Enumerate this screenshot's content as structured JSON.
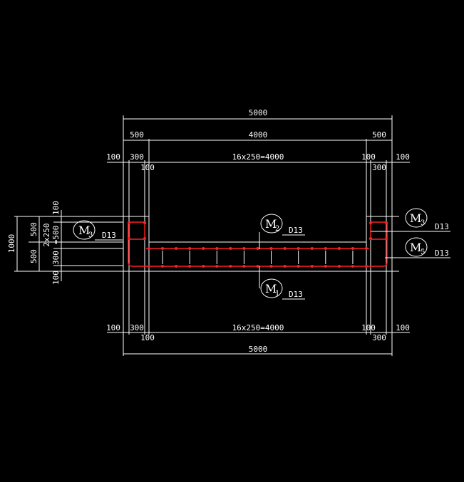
{
  "colors": {
    "background": "#000000",
    "lines": "#ffffff",
    "rebar": "#ff2020"
  },
  "dimensions": {
    "top_total": "5000",
    "top_left_500": "500",
    "top_inner": "4000",
    "top_right_500": "500",
    "top_left_100": "100",
    "top_left_300": "300",
    "top_left_100b": "100",
    "top_spacing": "16x250=4000",
    "top_right_100": "100",
    "top_right_300": "300",
    "top_right_100b": "100",
    "bot_left_100": "100",
    "bot_left_300": "300",
    "bot_left_100b": "100",
    "bot_spacing": "16x250=4000",
    "bot_right_100": "100",
    "bot_right_300": "300",
    "bot_right_100b": "100",
    "bot_total": "5000",
    "left_total": "1000",
    "left_500a": "500",
    "left_500b": "500",
    "left_100a": "100",
    "left_2x250": "2x250",
    "left_500c": "=500",
    "left_300": "300",
    "left_100b": "100"
  },
  "callouts": [
    {
      "id": "M",
      "sub": "3",
      "size": "D13"
    },
    {
      "id": "M",
      "sub": "2",
      "size": "D13"
    },
    {
      "id": "M",
      "sub": "3",
      "size": "D13"
    },
    {
      "id": "M",
      "sub": "5",
      "size": "D13"
    },
    {
      "id": "M",
      "sub": "1",
      "size": "D13"
    }
  ]
}
